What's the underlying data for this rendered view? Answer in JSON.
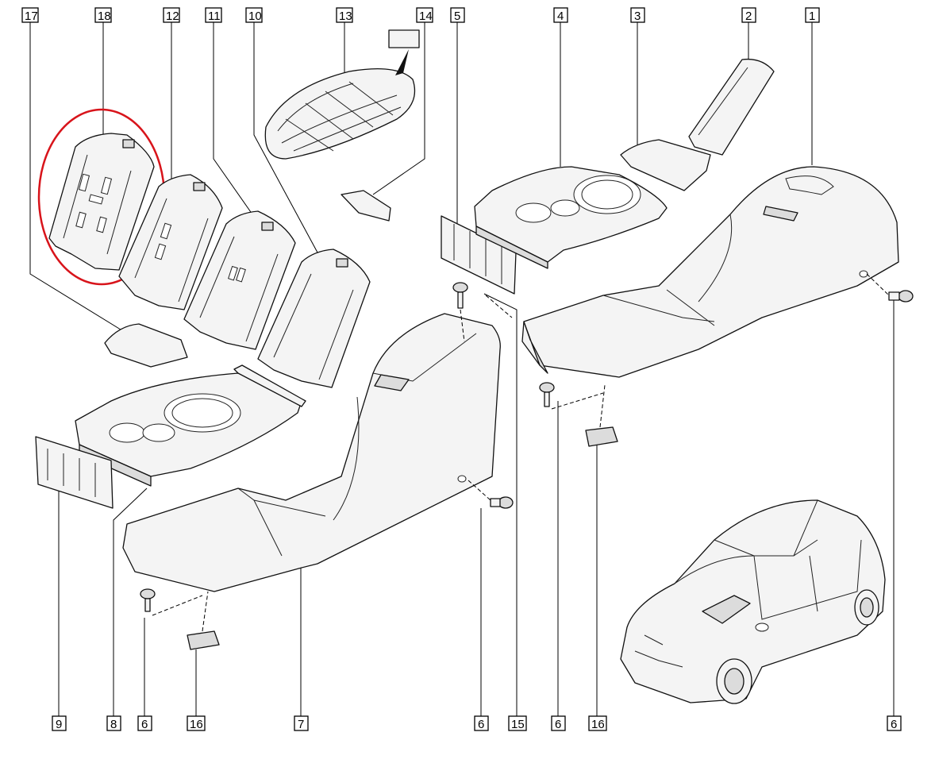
{
  "labels": {
    "l17": "17",
    "l18": "18",
    "l12": "12",
    "l11": "11",
    "l10": "10",
    "l13": "13",
    "l14": "14",
    "l5": "5",
    "l4": "4",
    "l3": "3",
    "l2": "2",
    "l1": "1",
    "b9": "9",
    "b8": "8",
    "b6a": "6",
    "b16a": "16",
    "b7": "7",
    "b6b": "6",
    "b15": "15",
    "b6c": "6",
    "b16b": "16",
    "b6d": "6"
  },
  "colors": {
    "callout": "#d8141b",
    "line": "#111111",
    "fill": "#f4f4f4"
  },
  "highlighted_part": "18"
}
